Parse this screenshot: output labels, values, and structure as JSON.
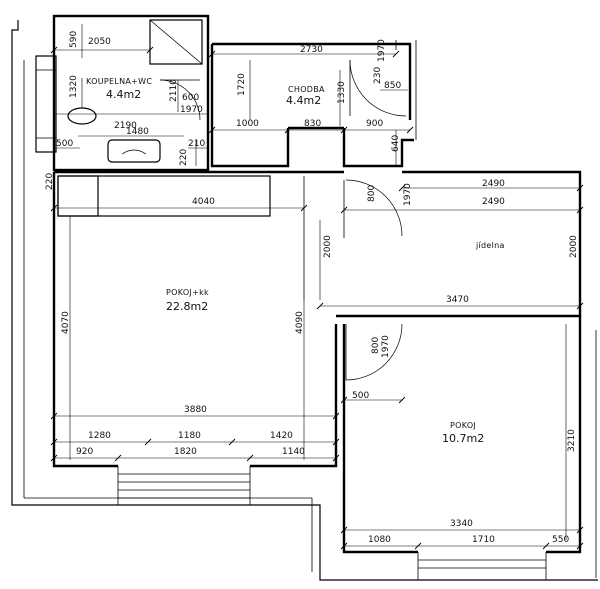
{
  "rooms": {
    "bathroom": {
      "name": "KOUPELNA+WC",
      "area": "4.4m2"
    },
    "corridor": {
      "name": "CHODBA",
      "area": "4.4m2"
    },
    "living": {
      "name": "POKOJ+kk",
      "area": "22.8m2"
    },
    "dining": {
      "name": "jídelna"
    },
    "bedroom": {
      "name": "POKOJ",
      "area": "10.7m2"
    }
  },
  "dimensions": {
    "d590": "590",
    "d2050": "2050",
    "d1320": "1320",
    "d2110": "2110",
    "d600": "600",
    "d1970a": "1970",
    "d2190": "2190",
    "d1480": "1480",
    "d500a": "500",
    "d210": "210",
    "d220a": "220",
    "d220b": "220",
    "d2730": "2730",
    "d1720": "1720",
    "d1330": "1330",
    "d230": "230",
    "d850": "850",
    "d1970b": "1970",
    "d1000": "1000",
    "d830": "830",
    "d900": "900",
    "d640": "640",
    "d800a": "800",
    "d1970c": "1970",
    "d2490a": "2490",
    "d2490b": "2490",
    "d4040": "4040",
    "d2000a": "2000",
    "d2000b": "2000",
    "d3470": "3470",
    "d4070": "4070",
    "d4090": "4090",
    "d800b": "800",
    "d1970d": "1970",
    "d500b": "500",
    "d3880": "3880",
    "d1280": "1280",
    "d1180": "1180",
    "d1420": "1420",
    "d920": "920",
    "d1820": "1820",
    "d1140": "1140",
    "d3210": "3210",
    "d3340": "3340",
    "d1080": "1080",
    "d1710": "1710",
    "d550": "550"
  }
}
